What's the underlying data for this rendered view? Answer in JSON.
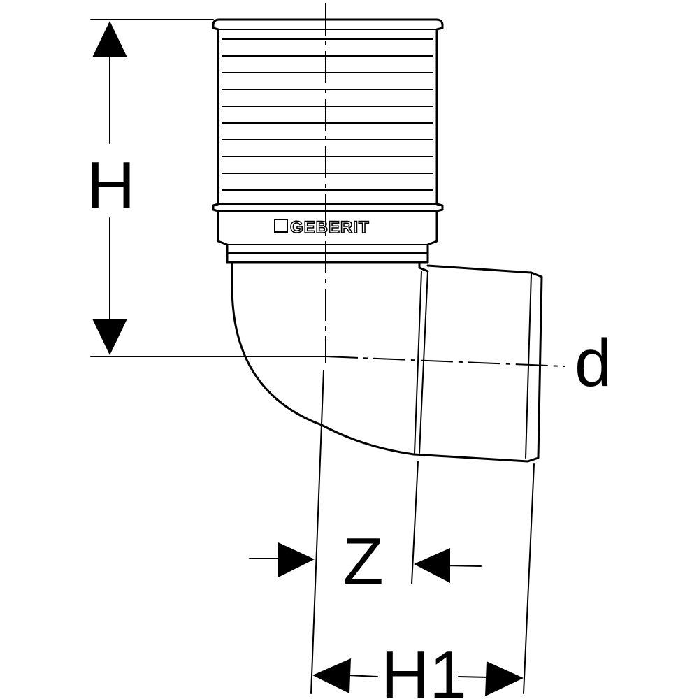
{
  "drawing": {
    "logo": "GEBERIT",
    "dimensions": {
      "height": "H",
      "diameter": "d",
      "offset": "Z",
      "horizontal_length": "H1"
    },
    "line_color": "#000000",
    "background_color": "#ffffff"
  }
}
